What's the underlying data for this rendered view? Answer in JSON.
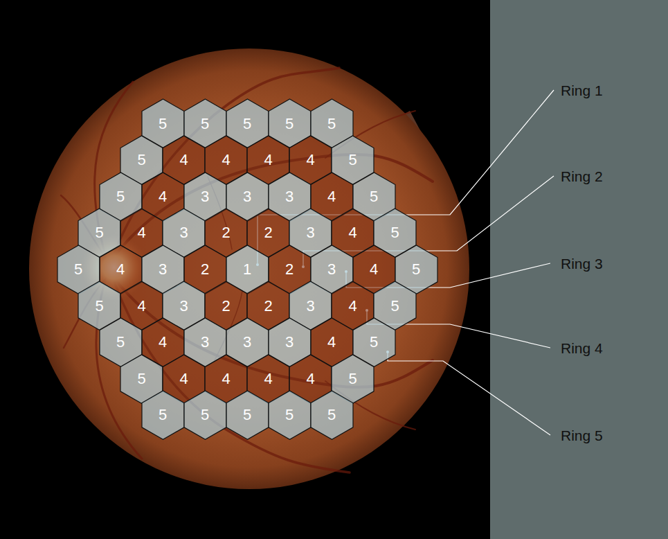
{
  "diagram": {
    "nodes": [
      {
        "text": [
          "5"
        ]
      },
      {
        "text": [
          "5"
        ]
      },
      {
        "text": [
          "5"
        ]
      },
      {
        "text": [
          "5"
        ]
      },
      {
        "text": [
          "5"
        ]
      },
      {
        "text": [
          "5"
        ]
      },
      {
        "text": [
          "4"
        ]
      },
      {
        "text": [
          "4"
        ]
      },
      {
        "text": [
          "4"
        ]
      },
      {
        "text": [
          "4"
        ]
      },
      {
        "text": [
          "5"
        ]
      },
      {
        "text": [
          "5"
        ]
      },
      {
        "text": [
          "4"
        ]
      },
      {
        "text": [
          "3"
        ]
      },
      {
        "text": [
          "3"
        ]
      },
      {
        "text": [
          "3"
        ]
      },
      {
        "text": [
          "4"
        ]
      },
      {
        "text": [
          "5"
        ]
      },
      {
        "text": [
          "5"
        ]
      },
      {
        "text": [
          "4"
        ]
      },
      {
        "text": [
          "3"
        ]
      },
      {
        "text": [
          "2"
        ]
      },
      {
        "text": [
          "2"
        ]
      },
      {
        "text": [
          "3"
        ]
      },
      {
        "text": [
          "4"
        ]
      },
      {
        "text": [
          "5"
        ]
      },
      {
        "text": [
          "5"
        ]
      },
      {
        "text": [
          "4"
        ]
      },
      {
        "text": [
          "3"
        ]
      },
      {
        "text": [
          "2"
        ]
      },
      {
        "text": [
          "1"
        ]
      },
      {
        "text": [
          "2"
        ]
      },
      {
        "text": [
          "3"
        ]
      },
      {
        "text": [
          "4"
        ]
      },
      {
        "text": [
          "5"
        ]
      },
      {
        "text": [
          "5"
        ]
      },
      {
        "text": [
          "4"
        ]
      },
      {
        "text": [
          "3"
        ]
      },
      {
        "text": [
          "2"
        ]
      },
      {
        "text": [
          "2"
        ]
      },
      {
        "text": [
          "3"
        ]
      },
      {
        "text": [
          "4"
        ]
      },
      {
        "text": [
          "5"
        ]
      },
      {
        "text": [
          "5"
        ]
      },
      {
        "text": [
          "4"
        ]
      },
      {
        "text": [
          "3"
        ]
      },
      {
        "text": [
          "3"
        ]
      },
      {
        "text": [
          "3"
        ]
      },
      {
        "text": [
          "4"
        ]
      },
      {
        "text": [
          "5"
        ]
      },
      {
        "text": [
          "5"
        ]
      },
      {
        "text": [
          "4"
        ]
      },
      {
        "text": [
          "4"
        ]
      },
      {
        "text": [
          "4"
        ]
      },
      {
        "text": [
          "4"
        ]
      },
      {
        "text": [
          "5"
        ]
      },
      {
        "text": [
          "5"
        ]
      },
      {
        "text": [
          "5"
        ]
      },
      {
        "text": [
          "5"
        ]
      },
      {
        "text": [
          "5"
        ]
      },
      {
        "text": [
          "5"
        ]
      }
    ],
    "labels": [
      "Ring 1",
      "Ring 2",
      "Ring 3",
      "Ring 4",
      "Ring 5"
    ]
  }
}
